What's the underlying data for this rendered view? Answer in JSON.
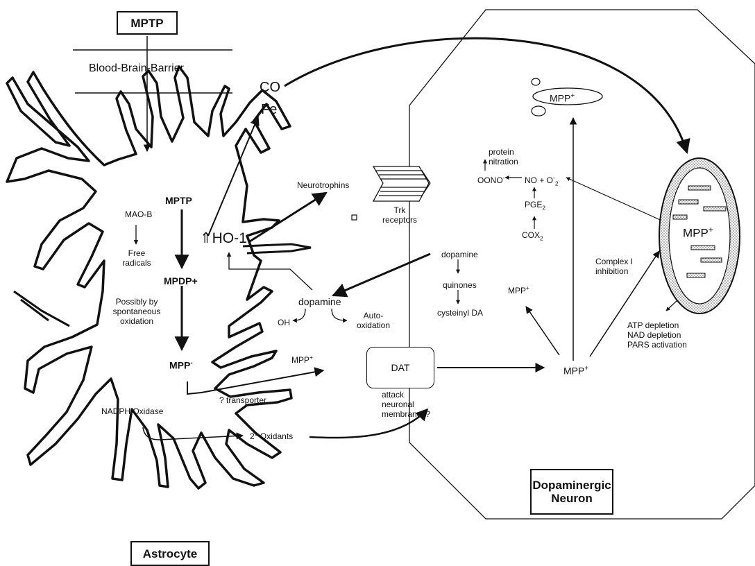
{
  "boxes": {
    "mptp_top": "MPTP",
    "neuron_line1": "Dopaminergic",
    "neuron_line2": "Neuron",
    "astrocyte": "Astrocyte",
    "dat": "DAT"
  },
  "labels": {
    "bbb": "Blood-Brain-Barrier",
    "co": "CO",
    "fe": "Fe",
    "mptp_inner": "MPTP",
    "mao_b": "MAO-B",
    "free_radicals_1": "Free",
    "free_radicals_2": "radicals",
    "ho1": "⇑HO-1",
    "mpdp": "MPDP+",
    "possibly_1": "Possibly by",
    "possibly_2": "spontaneous",
    "possibly_3": "oxidation",
    "mpp_astro": "MPP",
    "mpp_astro_sup": "-",
    "nadph": "NADPH Oxidase",
    "secondary_oxidants": "2° Oxidants",
    "transporter": "? transporter",
    "neurotrophins": "Neurotrophins",
    "trk_1": "Trk",
    "trk_2": "receptors",
    "dopamine_ext": "dopamine",
    "oh": "OH",
    "auto_1": "Auto-",
    "auto_2": "oxidation",
    "mpp_ext": "MPP",
    "attack_1": "attack",
    "attack_2": "neuronal",
    "attack_3": "membranes?",
    "mpp_top": "MPP",
    "protein_1": "protein",
    "protein_2": "nitration",
    "oono": "OONO",
    "no_o2": "NO + O",
    "pge2": "PGE",
    "cox2": "COX",
    "dopamine_int": "dopamine",
    "quinones": "quinones",
    "cysteinyl": "cysteinyl DA",
    "mpp_mid": "MPP",
    "mpp_center": "MPP",
    "mpp_mito": "MPP",
    "complex_1": "Complex I",
    "complex_2": "inhibition",
    "atp": "ATP depletion",
    "nad": "NAD depletion",
    "pars": "PARS activation",
    "plus": "+",
    "minus": "-",
    "two": "2"
  }
}
